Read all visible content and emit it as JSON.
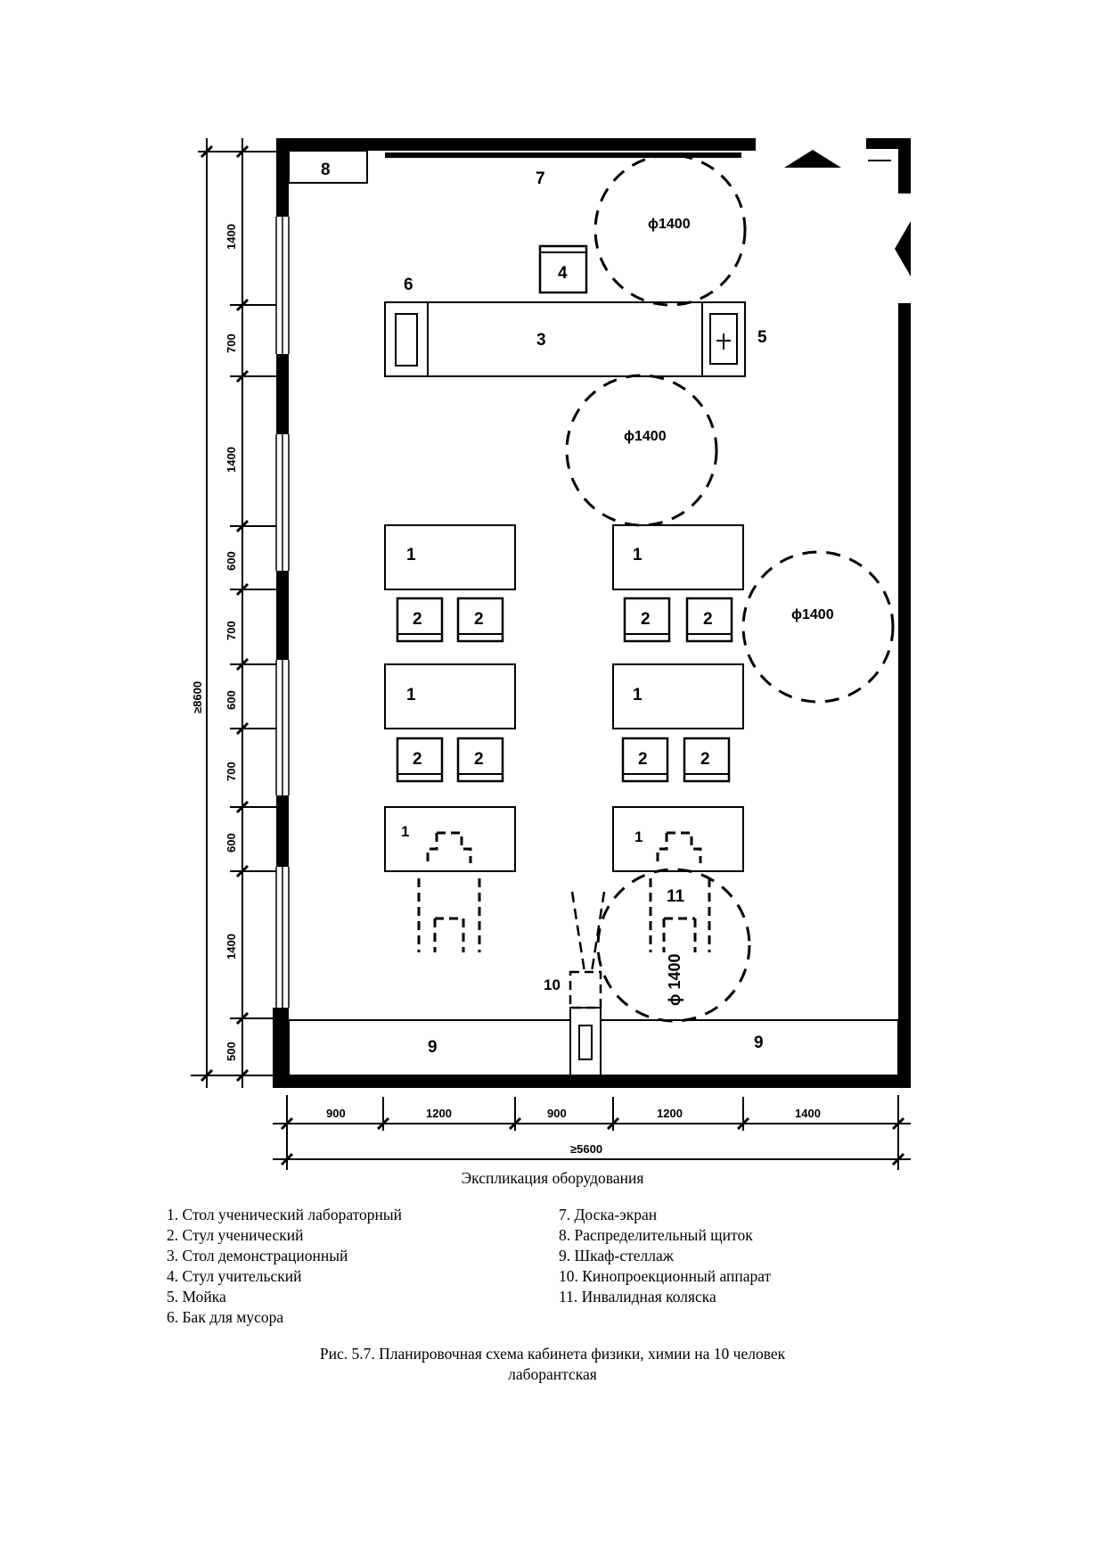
{
  "plan": {
    "labels": {
      "desk": "1",
      "chair": "2",
      "demo_table": "3",
      "teacher_chair": "4",
      "sink": "5",
      "bin": "6",
      "board": "7",
      "panel": "8",
      "cabinet": "9",
      "projector": "10",
      "wheelchair": "11"
    },
    "circle_label": "ϕ1400",
    "circle_label_rotated": "ϕ 1400",
    "left_dims": [
      "1400",
      "700",
      "1400",
      "600",
      "700",
      "600",
      "700",
      "600",
      "1400",
      "500"
    ],
    "left_total": "≥8600",
    "bottom_dims": [
      "900",
      "1200",
      "900",
      "1200",
      "1400"
    ],
    "bottom_total": "≥5600"
  },
  "explication_title": "Экспликация оборудования",
  "legend_left": [
    "1. Стол ученический лабораторный",
    "2. Стул ученический",
    "3. Стол демонстрационный",
    "4. Стул учительский",
    "5. Мойка",
    "6. Бак для мусора"
  ],
  "legend_right": [
    "7. Доска-экран",
    "8. Распределительный щиток",
    "9. Шкаф-стеллаж",
    "10. Кинопроекционный аппарат",
    "11. Инвалидная коляска"
  ],
  "caption_line1": "Рис. 5.7. Планировочная схема кабинета физики, химии на 10 человек",
  "caption_line2": "лаборантская"
}
